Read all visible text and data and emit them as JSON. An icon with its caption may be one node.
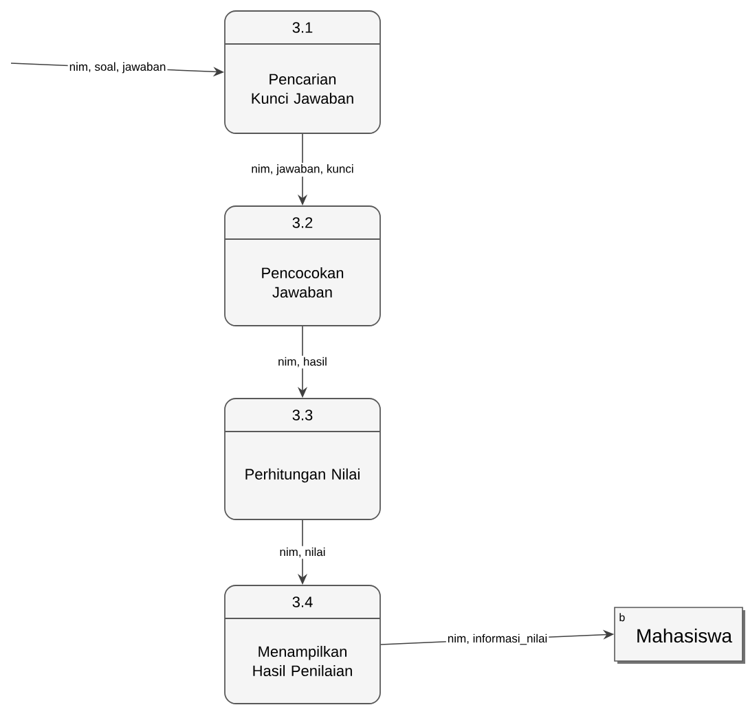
{
  "diagram": {
    "nodes": [
      {
        "text": [
          "3.1",
          "Pencarian Kunci Jawaban"
        ]
      },
      {
        "text": [
          "3.2",
          "Pencocokan Jawaban"
        ]
      },
      {
        "text": [
          "3.3",
          "Perhitungan Nilai"
        ]
      },
      {
        "text": [
          "3.4",
          "Menampilkan Hasil Penilaian"
        ]
      },
      {
        "text": [
          "b",
          "Mahasiswa"
        ]
      }
    ],
    "edges": [
      {
        "from": null,
        "to": 0,
        "arrow": "to",
        "label": "nim, soal, jawaban"
      },
      {
        "from": 0,
        "to": 1,
        "arrow": "to",
        "label": "nim, jawaban, kunci"
      },
      {
        "from": 1,
        "to": 2,
        "arrow": "to",
        "label": "nim, hasil"
      },
      {
        "from": 2,
        "to": 3,
        "arrow": "to",
        "label": "nim, nilai"
      },
      {
        "from": 3,
        "to": 4,
        "arrow": "to",
        "label": "nim, informasi_nilai"
      }
    ]
  }
}
